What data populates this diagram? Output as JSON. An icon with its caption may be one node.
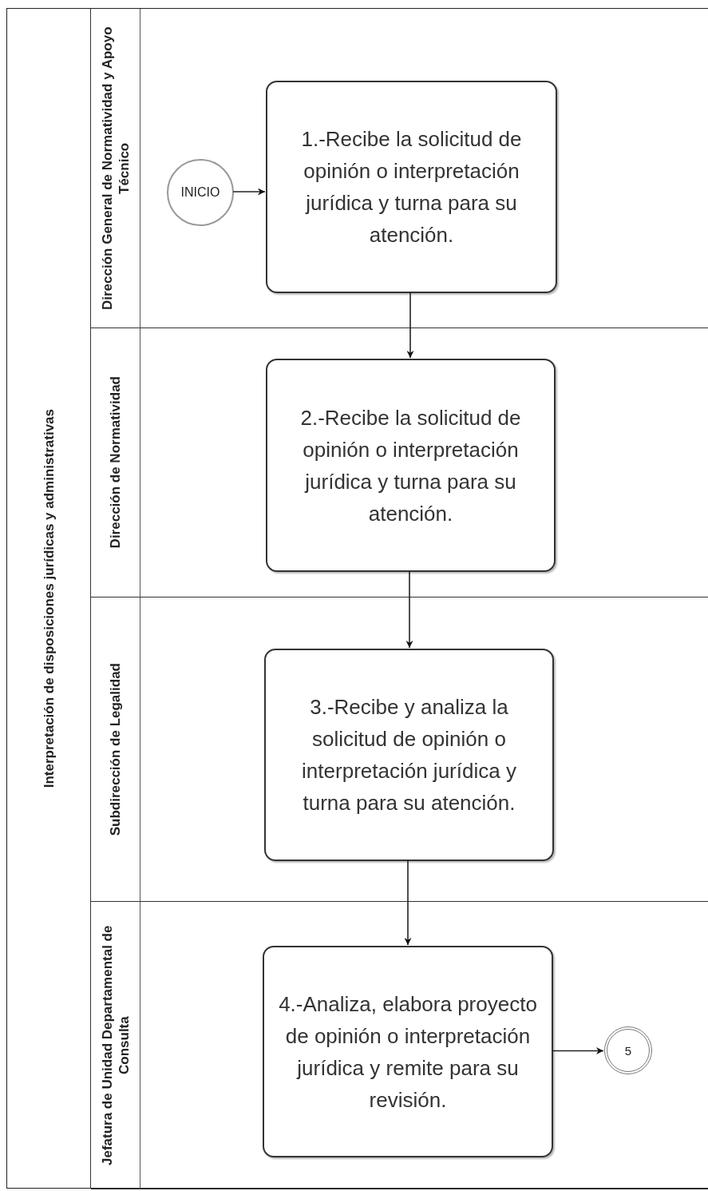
{
  "diagram": {
    "nodes": [
      {
        "text": [
          "Interpretación de disposiciones jurídicas y administrativas"
        ]
      },
      {
        "text": [
          "Dirección General de Normatividad y Apoyo Técnico"
        ],
        "in": 0
      },
      {
        "text": [
          "Dirección de Normatividad"
        ],
        "in": 0
      },
      {
        "text": [
          "Subdirección de Legalidad"
        ],
        "in": 0
      },
      {
        "text": [
          "Jefatura de Unidad Departamental de Consulta"
        ],
        "in": 0
      },
      {
        "text": [
          "INICIO"
        ],
        "in": 1
      },
      {
        "text": [
          "1.-Recibe la solicitud de opinión o interpretación jurídica y turna para su atención."
        ],
        "in": 1
      },
      {
        "text": [
          "2.-Recibe la solicitud de opinión o interpretación jurídica y turna para su atención."
        ],
        "in": 2
      },
      {
        "text": [
          "3.-Recibe y analiza la solicitud de opinión o interpretación jurídica y turna para su atención."
        ],
        "in": 3
      },
      {
        "text": [
          "4.-Analiza, elabora proyecto de opinión o interpretación jurídica y remite para su revisión."
        ],
        "in": 4
      },
      {
        "text": [
          "5"
        ],
        "in": 4
      }
    ],
    "edges": [
      {
        "from": 5,
        "to": 6,
        "arrow": "to"
      },
      {
        "from": 6,
        "to": 7,
        "arrow": "to"
      },
      {
        "from": 7,
        "to": 8,
        "arrow": "to"
      },
      {
        "from": 8,
        "to": 9,
        "arrow": "to"
      },
      {
        "from": 9,
        "to": 10,
        "arrow": "to"
      }
    ]
  }
}
